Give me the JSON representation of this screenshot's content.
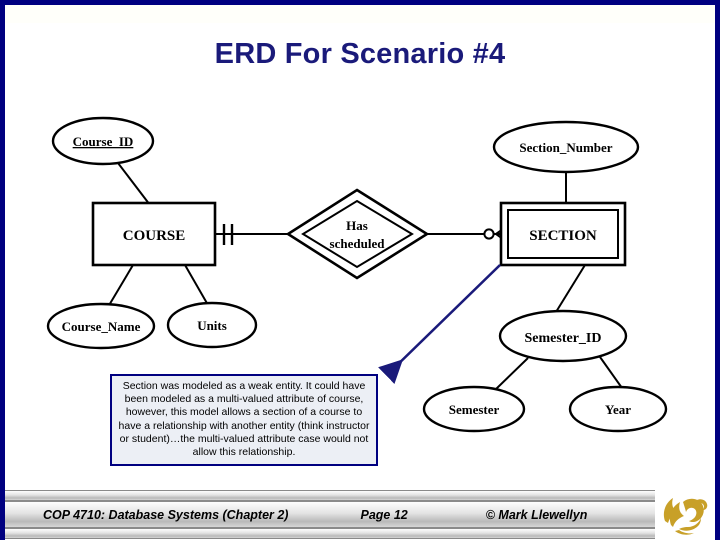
{
  "slide": {
    "title": "ERD For Scenario #4",
    "accent_color": "#000080",
    "title_color": "#1a1a7a"
  },
  "diagram": {
    "type": "entity-relationship-diagram",
    "entities": [
      {
        "id": "course",
        "label": "COURSE",
        "weak": false
      },
      {
        "id": "section",
        "label": "SECTION",
        "weak": true
      }
    ],
    "relationships": [
      {
        "id": "has-scheduled",
        "label_line1": "Has",
        "label_line2": "scheduled",
        "identifying": true,
        "left_cardinality": "one-mandatory",
        "right_cardinality": "zero-or-many"
      }
    ],
    "attributes": [
      {
        "id": "course-id",
        "label": "Course_ID",
        "key": true,
        "owner": "course"
      },
      {
        "id": "course-name",
        "label": "Course_Name",
        "key": false,
        "owner": "course"
      },
      {
        "id": "units",
        "label": "Units",
        "key": false,
        "owner": "course"
      },
      {
        "id": "section-number",
        "label": "Section_Number",
        "key": false,
        "owner": "section"
      },
      {
        "id": "semester-id",
        "label": "Semester_ID",
        "key": false,
        "owner": "section",
        "composite": true
      },
      {
        "id": "semester",
        "label": "Semester",
        "key": false,
        "owner": "semester-id"
      },
      {
        "id": "year",
        "label": "Year",
        "key": false,
        "owner": "semester-id"
      }
    ]
  },
  "callout": {
    "text": "Section was modeled as a weak entity.  It could have been modeled as a multi-valued attribute of course, however, this model allows a section of a course to have a relationship with another entity (think instructor or student)…the multi-valued attribute case would not allow this relationship.",
    "border_color": "#000080",
    "background_color": "#eceff5"
  },
  "footer": {
    "course": "COP 4710: Database Systems  (Chapter 2)",
    "page": "Page 12",
    "copyright": "© Mark Llewellyn",
    "logo_name": "pegasus-logo",
    "logo_color": "#C8A028"
  }
}
